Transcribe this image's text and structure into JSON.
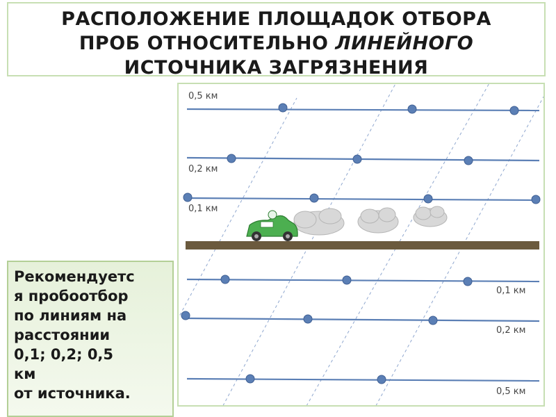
{
  "title": {
    "line1": "РАСПОЛОЖЕНИЕ ПЛОЩАДОК ОТБОРА",
    "line2_plain": "ПРОБ ОТНОСИТЕЛЬНО ",
    "line2_italic": "ЛИНЕЙНОГО",
    "line3": "ИСТОЧНИКА ЗАГРЯЗНЕНИЯ"
  },
  "diagram": {
    "labels_upper": [
      "0,5 км",
      "0,2 км",
      "0,1 км"
    ],
    "labels_lower": [
      "0,1 км",
      "0,2 км",
      "0,5 км"
    ],
    "colors": {
      "sampling_line": "#5b7fb5",
      "sampling_point": "#5b7fb5",
      "road": "#6b5a3e",
      "car": "#4caf50",
      "smoke": "#d8d8d8"
    }
  },
  "note": {
    "text": "Рекомендуетс\nя пробоотбор\nпо линиям на\nрасстоянии\n0,1; 0,2; 0,5\nкм\nот источника."
  }
}
